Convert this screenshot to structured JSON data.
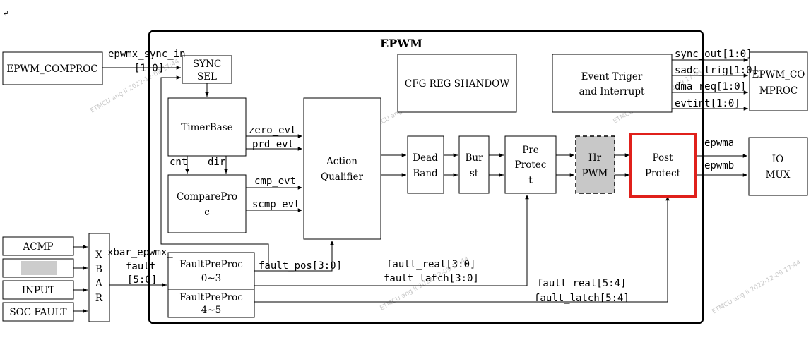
{
  "title": "EPWM",
  "corner_mark": "↵",
  "blocks": {
    "epwm_comproc_in": "EPWM_COMPROC",
    "sync_sel": [
      "SYNC",
      "SEL"
    ],
    "timer_base": "TimerBase",
    "compare_proc": [
      "ComparePro",
      "c"
    ],
    "action_qualifier": [
      "Action",
      "Qualifier"
    ],
    "cfg_reg_shadow": "CFG REG SHANDOW",
    "event_trigger": [
      "Event Triger",
      "and Interrupt"
    ],
    "epwm_comproc_out": [
      "EPWM_CO",
      "MPROC"
    ],
    "dead_band": [
      "Dead",
      "Band"
    ],
    "burst": [
      "Bur",
      "st"
    ],
    "pre_protect": [
      "Pre",
      "Protec",
      "t"
    ],
    "hr_pwm": [
      "Hr",
      "PWM"
    ],
    "post_protect": [
      "Post",
      "Protect"
    ],
    "io_mux": [
      "IO",
      "MUX"
    ],
    "acmp": "ACMP",
    "input": "INPUT",
    "soc_fault": "SOC FAULT",
    "xbar": [
      "X",
      "B",
      "A",
      "R"
    ],
    "fault_pre_proc_0_3": [
      "FaultPreProc",
      "0~3"
    ],
    "fault_pre_proc_4_5": [
      "FaultPreProc",
      "4~5"
    ]
  },
  "signals": {
    "epwmx_sync_in": [
      "epwmx_sync_in",
      "[1:0]"
    ],
    "zero_evt": "zero_evt",
    "prd_evt": "prd_evt",
    "cnt": "cnt",
    "dir": "dir",
    "cmp_evt": "cmp_evt",
    "scmp_evt": "scmp_evt",
    "sync_out": "sync_out[1:0]",
    "sadc_trig": "sadc_trig[1:0]",
    "dma_req": "dma_req[1:0]",
    "evtint": "evtint[1:0]",
    "epwma": "epwma",
    "epwmb": "epwmb",
    "xbar_epwmx_fault": [
      "xbar_epwmx_",
      "fault",
      "[5:0]"
    ],
    "fault_pos": "fault_pos[3:0]",
    "fault_real_3_0": "fault_real[3:0]",
    "fault_latch_3_0": "fault_latch[3:0]",
    "fault_real_5_4": "fault_real[5:4]",
    "fault_latch_5_4": "fault_latch[5:4]"
  },
  "watermarks": [
    "ETMCU ang li 2022-12-09 17:44"
  ],
  "colors": {
    "title": "#8b1a1a",
    "highlight": "#e0201b",
    "hr_pwm_fill": "#c8c8c8",
    "redacted_fill": "#cccccc"
  }
}
